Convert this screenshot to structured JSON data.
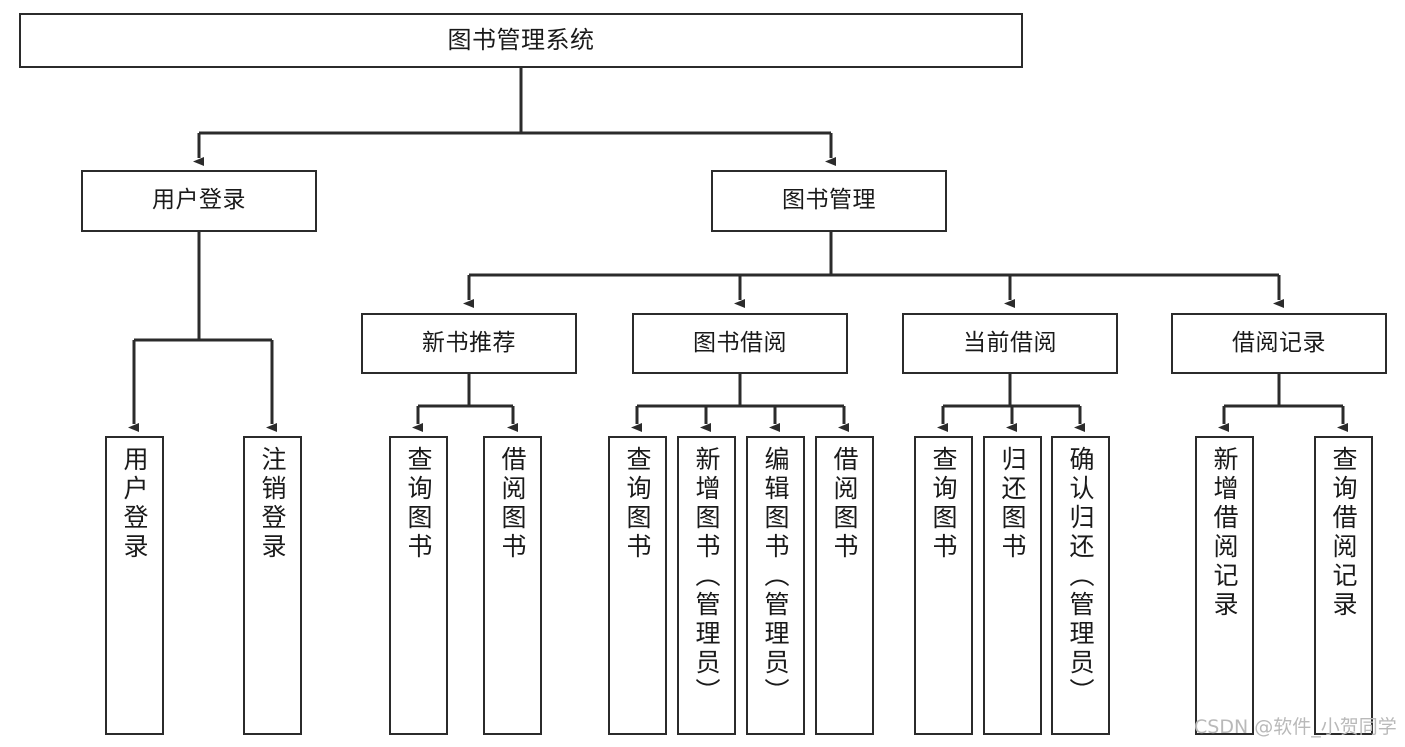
{
  "diagram": {
    "type": "tree-hierarchy-chart",
    "title": "图书管理系统",
    "background_color": "#ffffff",
    "line_color": "#2b2b2b",
    "text_color": "#1a1a1a"
  },
  "watermark": {
    "text": "CSDN @软件_小贺同学",
    "color": "#b9b9b9"
  },
  "nodes": {
    "root": {
      "label": "图书管理系统"
    },
    "level2": [
      {
        "label": "用户登录"
      },
      {
        "label": "图书管理"
      }
    ],
    "level3": [
      {
        "label": "新书推荐"
      },
      {
        "label": "图书借阅"
      },
      {
        "label": "当前借阅"
      },
      {
        "label": "借阅记录"
      }
    ],
    "leaves": {
      "user_login": [
        {
          "label": "用户登录"
        },
        {
          "label": "注销登录"
        }
      ],
      "new_book_recommend": [
        {
          "label": "查询图书"
        },
        {
          "label": "借阅图书"
        }
      ],
      "book_borrow": [
        {
          "label": "查询图书"
        },
        {
          "label": "新增图书（管理员）"
        },
        {
          "label": "编辑图书（管理员）"
        },
        {
          "label": "借阅图书"
        }
      ],
      "current_borrow": [
        {
          "label": "查询图书"
        },
        {
          "label": "归还图书"
        },
        {
          "label": "确认归还（管理员）"
        }
      ],
      "borrow_record": [
        {
          "label": "新增借阅记录"
        },
        {
          "label": "查询借阅记录"
        }
      ]
    }
  },
  "chart_data": {
    "type": "table",
    "title": "图书管理系统 功能结构图",
    "tree": {
      "name": "图书管理系统",
      "children": [
        {
          "name": "用户登录",
          "children": [
            {
              "name": "用户登录"
            },
            {
              "name": "注销登录"
            }
          ]
        },
        {
          "name": "图书管理",
          "children": [
            {
              "name": "新书推荐",
              "children": [
                {
                  "name": "查询图书"
                },
                {
                  "name": "借阅图书"
                }
              ]
            },
            {
              "name": "图书借阅",
              "children": [
                {
                  "name": "查询图书"
                },
                {
                  "name": "新增图书（管理员）"
                },
                {
                  "name": "编辑图书（管理员）"
                },
                {
                  "name": "借阅图书"
                }
              ]
            },
            {
              "name": "当前借阅",
              "children": [
                {
                  "name": "查询图书"
                },
                {
                  "name": "归还图书"
                },
                {
                  "name": "确认归还（管理员）"
                }
              ]
            },
            {
              "name": "借阅记录",
              "children": [
                {
                  "name": "新增借阅记录"
                },
                {
                  "name": "查询借阅记录"
                }
              ]
            }
          ]
        }
      ]
    }
  }
}
